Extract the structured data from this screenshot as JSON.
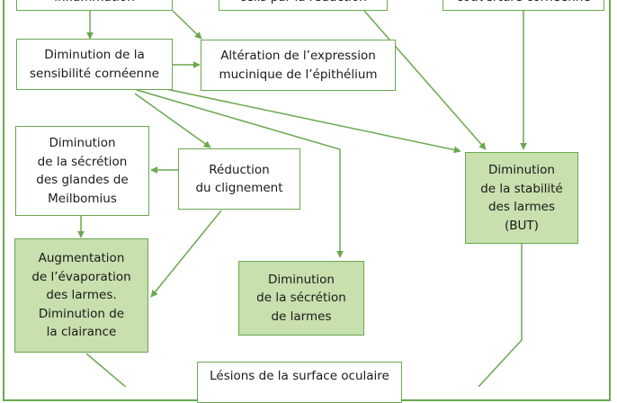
{
  "diagram": {
    "frame_color": "#6aa84f",
    "highlight_fill": "#c8dfae",
    "arrow_color": "#6aa84f",
    "nodes": {
      "top_left": "inflammation",
      "top_center": "cells par la réduction",
      "top_right": "couverture cornéenne",
      "diminution_sensibilite": "Diminution de la\nsensibilité cornéenne",
      "alteration_mucinique": "Altération de l’expression\nmucinique de l’épithélium",
      "diminution_meibomius": "Diminution\nde la sécrétion\ndes glandes de\nMeilbomius",
      "reduction_clignement": "Réduction\ndu clignement",
      "stabilite_larmes": "Diminution\nde la stabilité\ndes larmes\n(BUT)",
      "evaporation_larmes": "Augmentation\nde l’évaporation\ndes larmes.\nDiminution de\nla clairance",
      "secretion_larmes": "Diminution\nde la sécrétion\nde larmes",
      "lesions_surface": "Lésions de la surface oculaire"
    }
  }
}
